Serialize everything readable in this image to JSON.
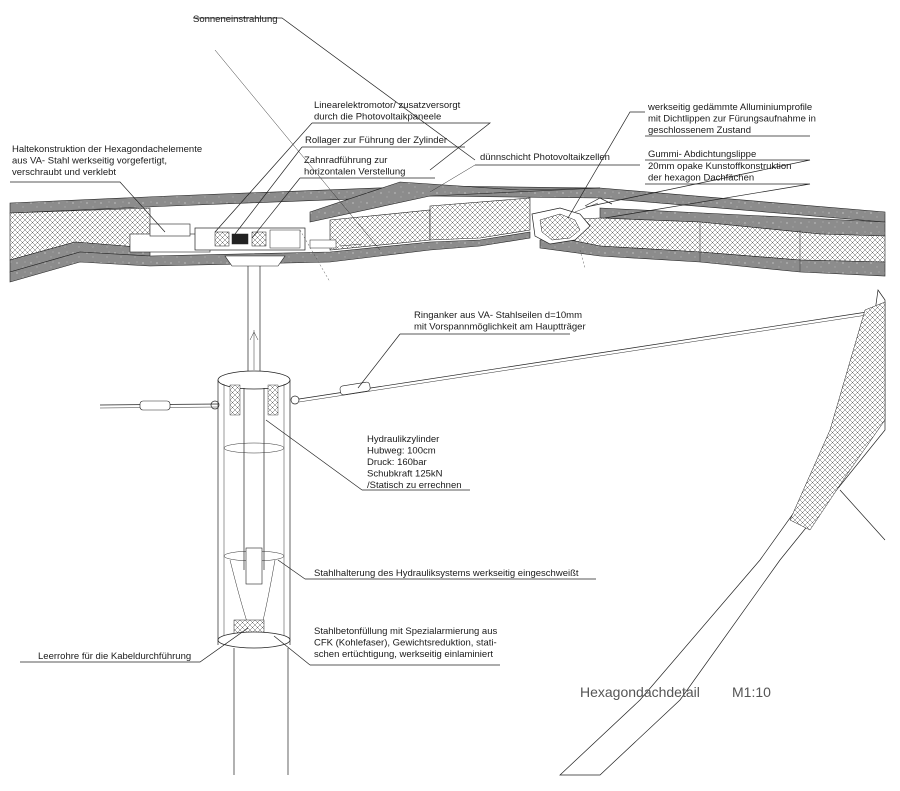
{
  "title": "Hexagondachdetail",
  "scale": "M1:10",
  "colors": {
    "panel": "#888888",
    "line": "#222222",
    "text": "#1a1a1a",
    "title": "#555555"
  },
  "labels": {
    "sonneneinstrahlung": [
      "Sonneneinstrahlung"
    ],
    "linearmotor": [
      "Linearelektromotor/ zusatzversorgt",
      "durch die Photovoltaikpaneele"
    ],
    "rollager": [
      "Rollager zur Führung der Zylinder"
    ],
    "zahnrad": [
      "Zahnradführung zur",
      "horizontalen Verstellung"
    ],
    "haltekonstruktion": [
      "Haltekonstruktion der Hexagondachelemente",
      "aus VA- Stahl werkseitig vorgefertigt,",
      "verschraubt und verklebt"
    ],
    "photovoltaik": [
      "dünnschicht Photovoltaikzellen"
    ],
    "aluminium": [
      "werkseitig gedämmte Alluminiumprofile",
      "mit Dichtlippen zur Fürungsaufnahme in",
      "geschlossenem Zustand"
    ],
    "gummi": [
      "Gummi- Abdichtungslippe"
    ],
    "kunststoff": [
      "20mm opake Kunstoffkonstruktion",
      "der hexagon Dachfächen"
    ],
    "ringanker": [
      "Ringanker aus VA- Stahlseilen d=10mm",
      "mit Vorspannmöglichkeit am Hauptträger"
    ],
    "hydraulik": [
      "Hydraulikzylinder",
      "Hubweg: 100cm",
      "Druck: 160bar",
      "Schubkraft 125kN",
      "/Statisch zu errechnen"
    ],
    "stahlhalterung": [
      "Stahlhalterung des Hydrauliksystems werkseitig eingeschweißt"
    ],
    "stahlbeton": [
      "Stahlbetonfüllung mit Spezialarmierung aus",
      "CFK (Kohlefaser), Gewichtsreduktion, stati-",
      "schen ertüchtigung, werkseitig einlaminiert"
    ],
    "leerrohre": [
      "Leerrohre für die Kabeldurchführung"
    ]
  }
}
